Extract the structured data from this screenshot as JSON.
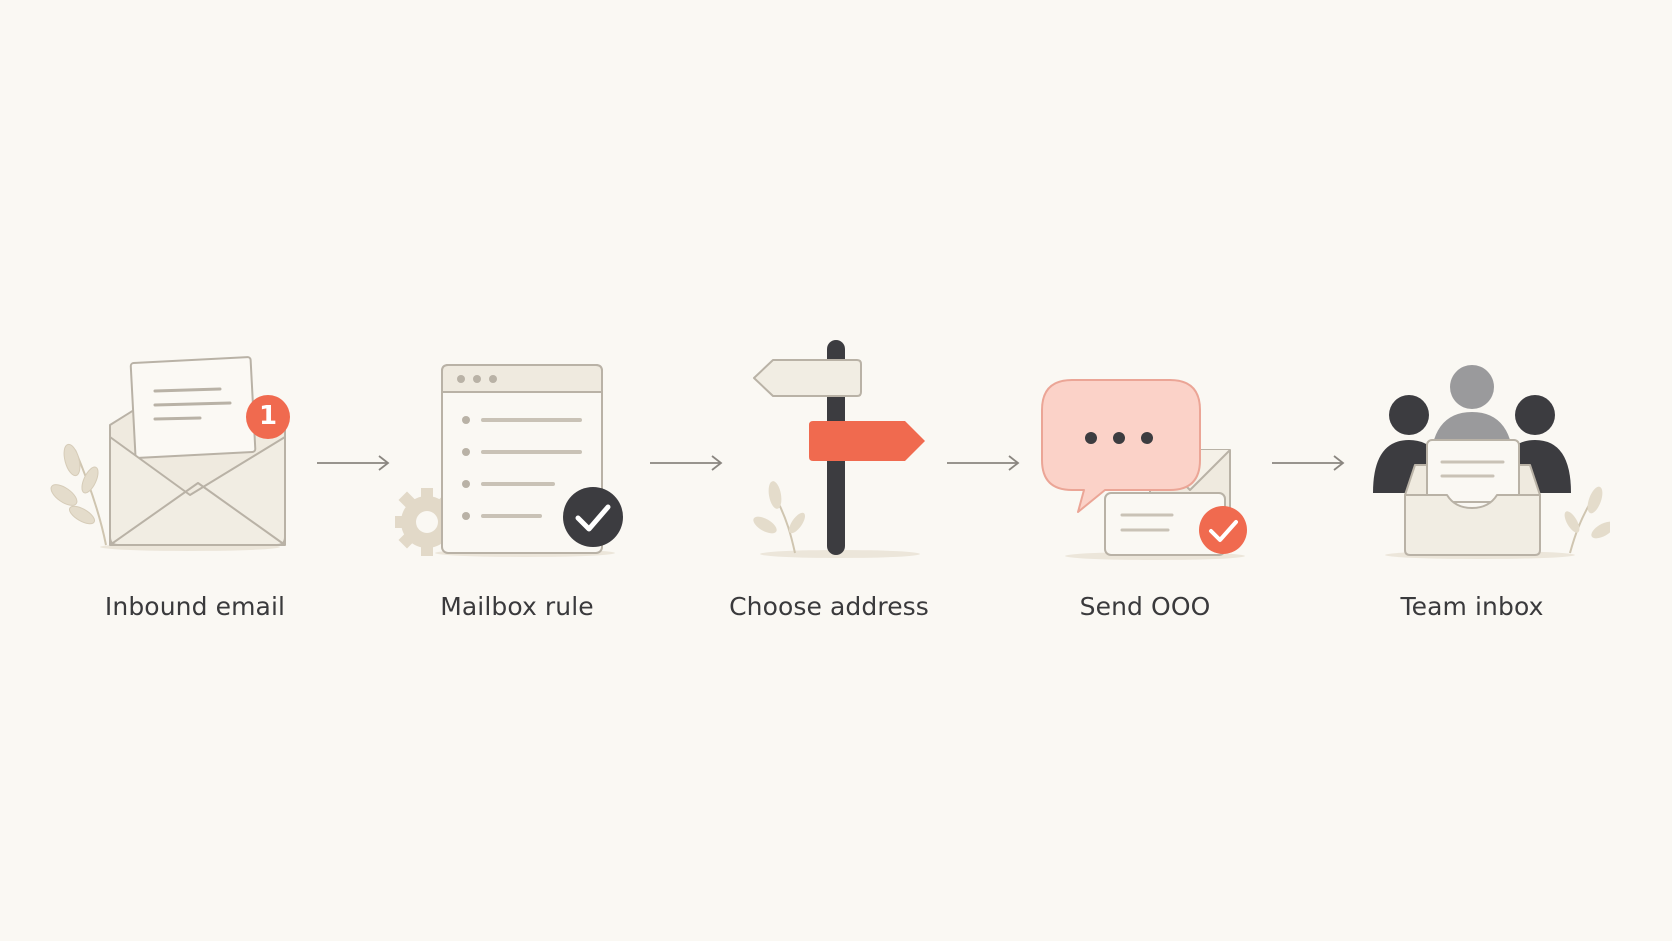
{
  "steps": [
    {
      "label": "Inbound email",
      "icon": "open-envelope-icon",
      "badge": "1"
    },
    {
      "label": "Mailbox rule",
      "icon": "rule-document-icon"
    },
    {
      "label": "Choose address",
      "icon": "signpost-icon"
    },
    {
      "label": "Send OOO",
      "icon": "chat-bubble-reply-icon"
    },
    {
      "label": "Team inbox",
      "icon": "team-inbox-icon"
    }
  ],
  "colors": {
    "accent": "#f06a4f",
    "dark": "#3c3c40",
    "stroke": "#b9b2a6",
    "paper": "#f1ede3",
    "background": "#faf8f3"
  }
}
